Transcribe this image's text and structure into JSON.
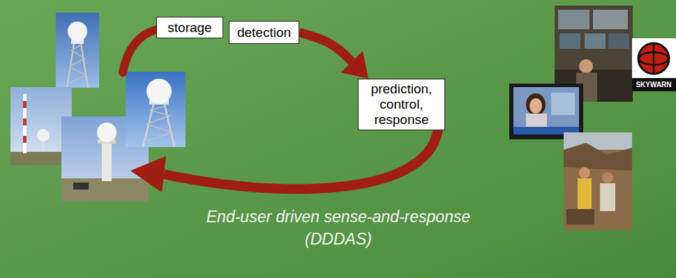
{
  "diagram": {
    "nodes": [
      {
        "text": [
          "storage"
        ]
      },
      {
        "text": [
          "detection"
        ]
      },
      {
        "text": [
          "prediction, control, response"
        ]
      }
    ],
    "edges": [
      {
        "from": 1,
        "to": 2,
        "arrow": "to"
      }
    ],
    "labels": [
      "End-user driven sense-and-response (DDDAS)",
      "SKYWARN"
    ]
  }
}
